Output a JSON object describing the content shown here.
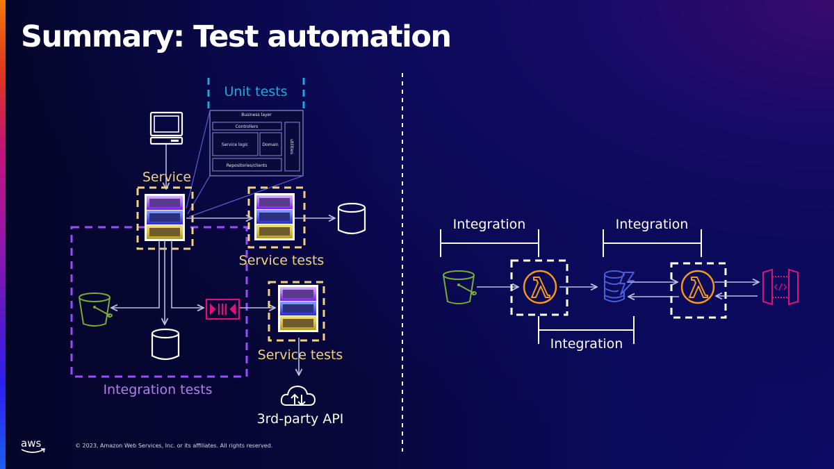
{
  "slide": {
    "title": "Summary: Test automation",
    "copyright": "© 2023, Amazon Web Services, Inc. or its affiliates. All rights reserved.",
    "logo": "aws"
  },
  "colors": {
    "service_tests": "#f2d27a",
    "unit_tests": "#1fa8e0",
    "integration_tests": "#9a4cff",
    "integration_label": "#b57cf0",
    "s3": "#7aad34",
    "lambda": "#f59a1b",
    "dynamodb": "#4a5ed8",
    "queue": "#e0107a",
    "api_gateway": "#e0107a",
    "arrow": "#b8bfe0"
  },
  "left_diagram": {
    "client_icon": "desktop-computer-icon",
    "unit_tests_label": "Unit tests",
    "service_label": "Service",
    "service_tests_label_1": "Service tests",
    "service_tests_label_2": "Service tests",
    "integration_tests_label": "Integration tests",
    "third_party_label": "3rd-party API",
    "architecture": {
      "business_layer": "Business layer",
      "controllers": "Controllers",
      "service_logic": "Service logic",
      "domain": "Domain",
      "utilities": "utilities",
      "repositories": "Repositories/clients"
    },
    "icons": [
      "s3-bucket-icon",
      "database-icon",
      "queue-icon",
      "cloud-api-icon"
    ]
  },
  "right_diagram": {
    "integration_top_left": "Integration",
    "integration_top_right": "Integration",
    "integration_bottom": "Integration",
    "nodes": [
      "s3-bucket-icon",
      "lambda-icon",
      "dynamodb-icon",
      "lambda-icon",
      "api-gateway-icon"
    ]
  }
}
